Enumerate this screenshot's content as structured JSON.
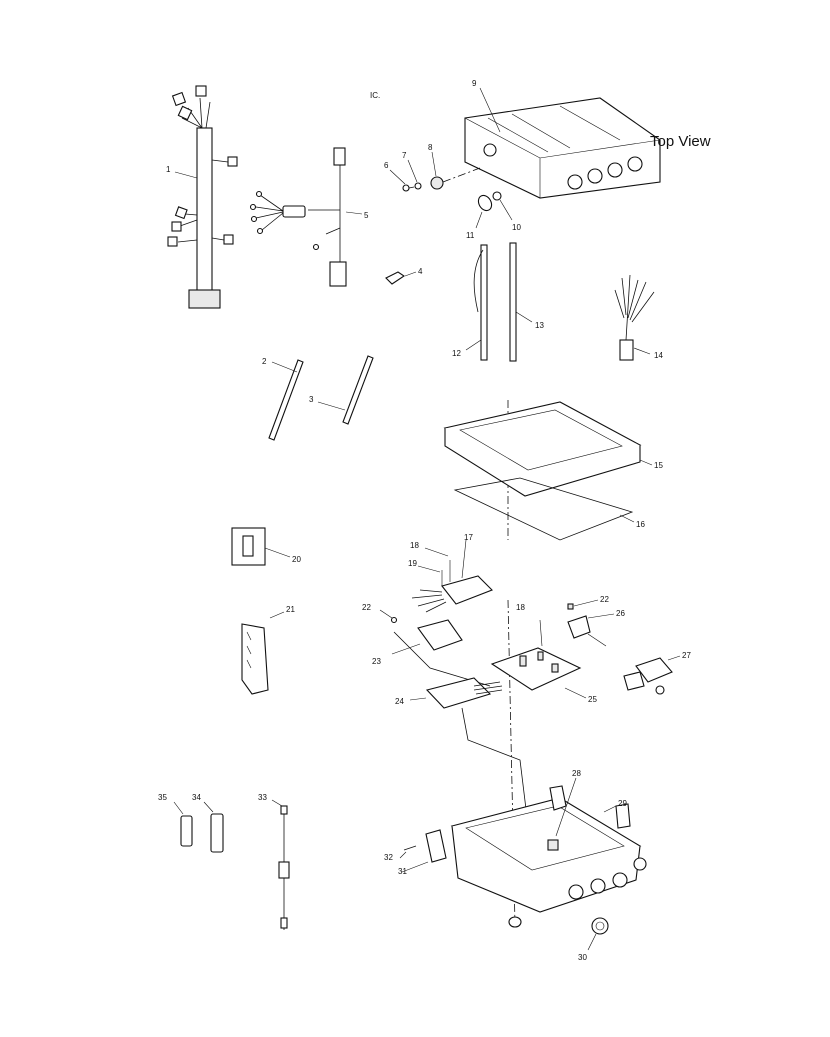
{
  "view_label": "Top View",
  "fragment_text": "IC.",
  "callouts": {
    "c1": "1",
    "c2": "2",
    "c3": "3",
    "c4": "4",
    "c5": "5",
    "c6": "6",
    "c7": "7",
    "c8": "8",
    "c9": "9",
    "c10": "10",
    "c11": "11",
    "c12": "12",
    "c13": "13",
    "c14": "14",
    "c15": "15",
    "c16": "16",
    "c17": "17",
    "c18a": "18",
    "c18b": "18",
    "c19": "19",
    "c20": "20",
    "c21": "21",
    "c22a": "22",
    "c22b": "22",
    "c23": "23",
    "c24": "24",
    "c25": "25",
    "c26": "26",
    "c27": "27",
    "c28": "28",
    "c29": "29",
    "c30": "30",
    "c31": "31",
    "c32": "32",
    "c33": "33",
    "c34": "34",
    "c35": "35"
  }
}
